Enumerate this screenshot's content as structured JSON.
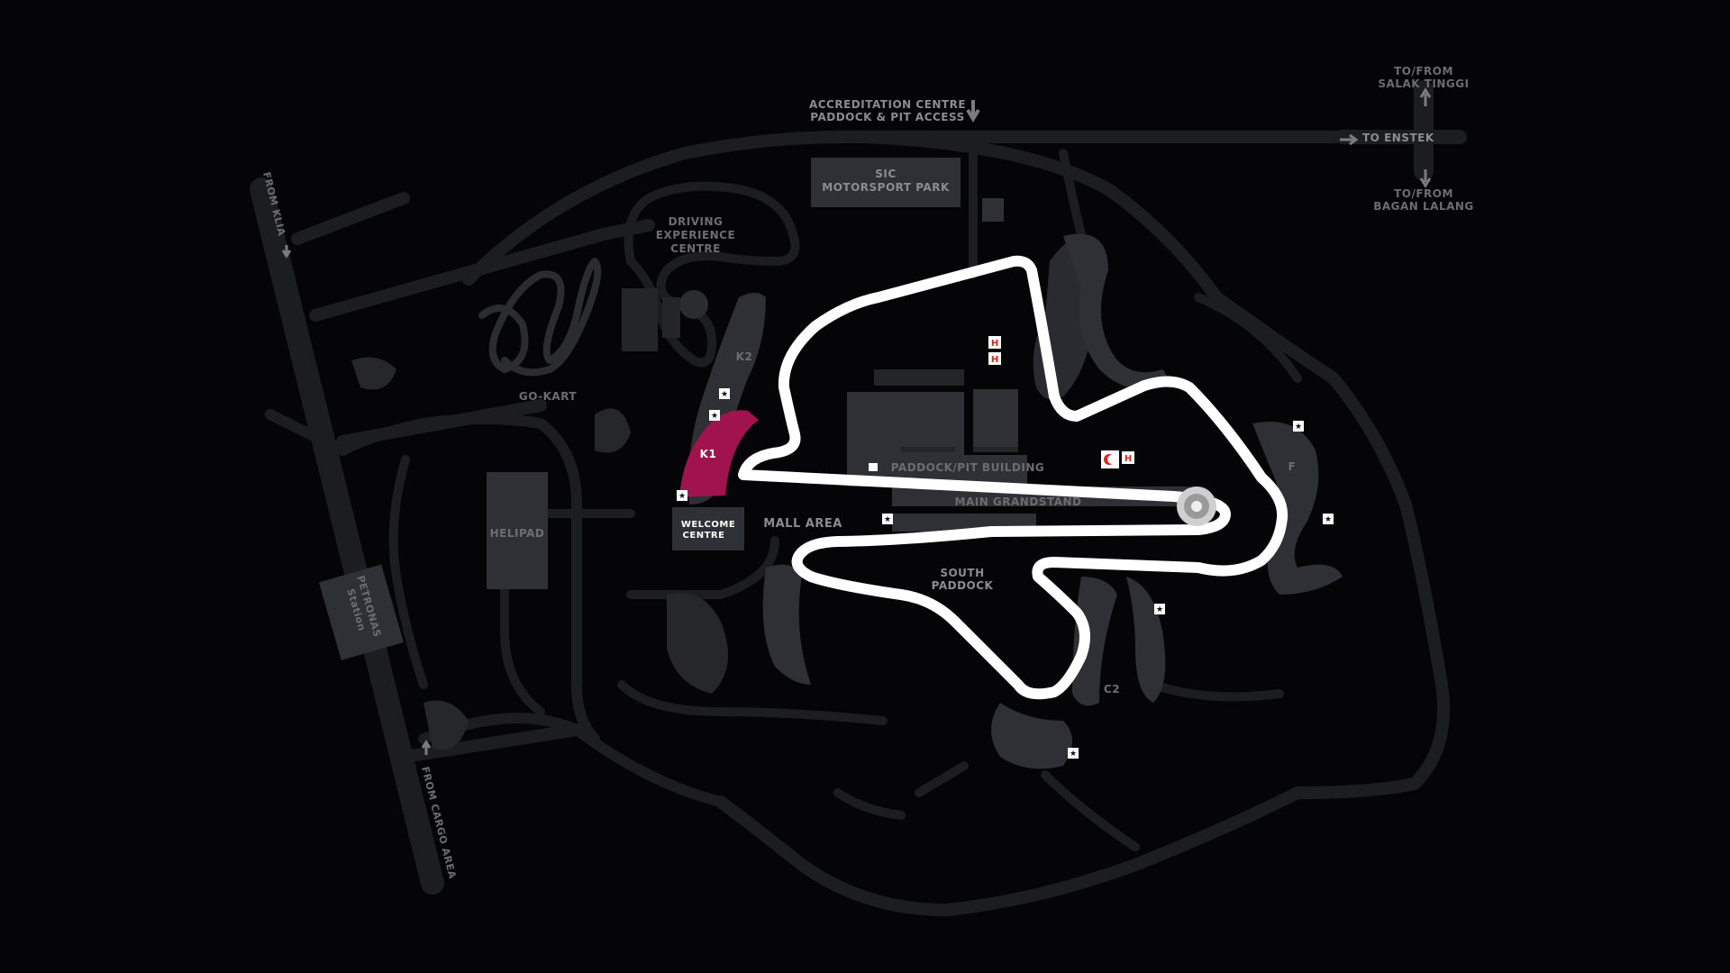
{
  "map": {
    "labels": {
      "accreditation": "ACCREDITATION CENTRE",
      "paddock_pit_access": "PADDOCK & PIT ACCESS",
      "salak_1": "TO/FROM",
      "salak_2": "SALAK TINGGI",
      "enstek": "TO ENSTEK",
      "bagan_1": "TO/FROM",
      "bagan_2": "BAGAN LALANG",
      "sic_1": "SIC",
      "sic_2": "MOTORSPORT PARK",
      "driving_1": "DRIVING",
      "driving_2": "EXPERIENCE",
      "driving_3": "CENTRE",
      "from_klia": "FROM KLIA",
      "go_kart": "GO-KART",
      "k2": "K2",
      "k1": "K1",
      "helipad": "HELIPAD",
      "petronas_1": "PETRONAS",
      "petronas_2": "Station",
      "welcome_1": "WELCOME",
      "welcome_2": "CENTRE",
      "mall_area": "MALL AREA",
      "paddock_pit_building": "PADDOCK/PIT BUILDING",
      "main_grandstand": "MAIN GRANDSTAND",
      "south_1": "SOUTH",
      "south_2": "PADDOCK",
      "f": "F",
      "c2": "C2",
      "from_cargo": "FROM CARGO AREA",
      "h": "H"
    },
    "icons": [
      "arrow-down-icon",
      "arrow-up-icon",
      "arrow-right-icon",
      "hospital-icon",
      "red-crescent-icon",
      "grandstand-marker-icon",
      "start-fan-icon"
    ],
    "colors": {
      "background": "#050508",
      "road": "#1b1d21",
      "zone": "#2e3035",
      "track": "#ffffff",
      "k1_highlight": "#a0134f",
      "medical_red": "#e2231a"
    }
  }
}
